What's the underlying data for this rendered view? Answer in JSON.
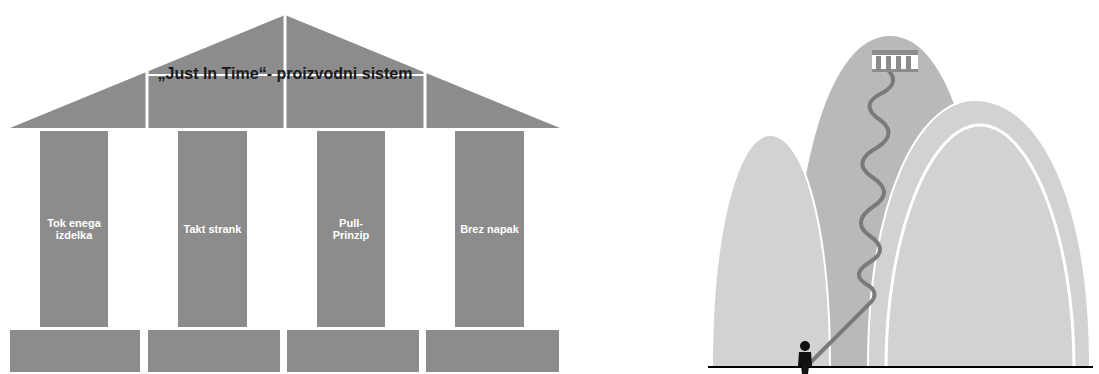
{
  "diagram": {
    "nodes": [
      {
        "text": [
          "„Just In Time“- proizvodni sistem"
        ]
      },
      {
        "text": [
          "Tok enega izdelka"
        ]
      },
      {
        "text": [
          "Takt strank"
        ]
      },
      {
        "text": [
          "Pull- Prinzip"
        ]
      },
      {
        "text": [
          "Brez napak"
        ]
      }
    ]
  }
}
